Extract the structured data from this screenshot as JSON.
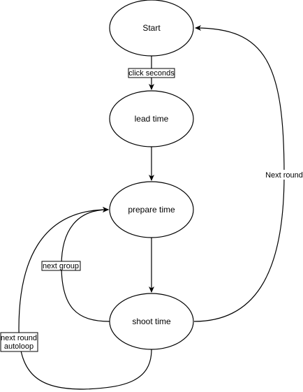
{
  "diagram": {
    "type": "state-diagram",
    "nodes": {
      "start": "Start",
      "lead": "lead time",
      "prepare": "prepare time",
      "shoot": "shoot time"
    },
    "edges": {
      "start_to_lead": "click seconds",
      "lead_to_prepare": "",
      "prepare_to_shoot": "",
      "shoot_to_prepare": "next group",
      "shoot_to_start": "Next round",
      "shoot_autoloop_line1": "next round",
      "shoot_autoloop_line2": "autoloop"
    }
  }
}
